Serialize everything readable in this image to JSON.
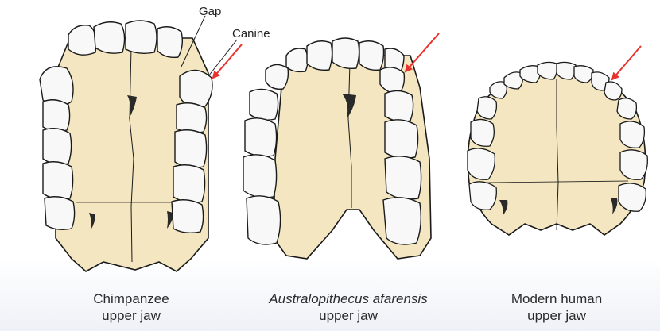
{
  "annotations": {
    "gap": "Gap",
    "canine": "Canine"
  },
  "jaws": [
    {
      "name_line1": "Chimpanzee",
      "name_line2": "upper jaw"
    },
    {
      "name_line1": "Australopithecus afarensis",
      "name_line2": "upper jaw"
    },
    {
      "name_line1": "Modern human",
      "name_line2": "upper jaw"
    }
  ],
  "colors": {
    "bone": "#f3e6c0",
    "arrow": "#e8332c",
    "outline": "#1a1a1a",
    "tooth": "#f8f8f8"
  }
}
